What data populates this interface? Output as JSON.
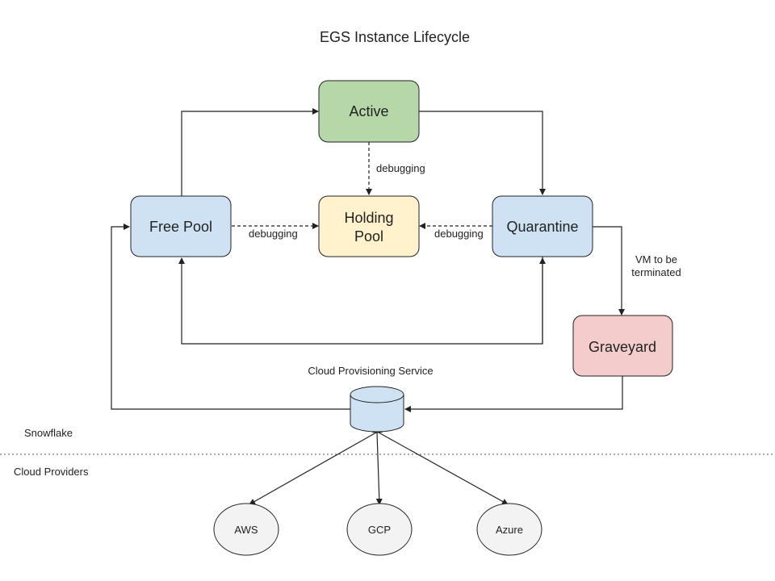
{
  "title": "EGS Instance Lifecycle",
  "nodes": {
    "active": {
      "label": "Active",
      "fill": "#b6d7a8"
    },
    "free_pool": {
      "label": "Free Pool",
      "fill": "#cfe2f3"
    },
    "holding_pool": {
      "label_line1": "Holding",
      "label_line2": "Pool",
      "fill": "#fff2cc"
    },
    "quarantine": {
      "label": "Quarantine",
      "fill": "#cfe2f3"
    },
    "graveyard": {
      "label": "Graveyard",
      "fill": "#f4cccc"
    }
  },
  "edge_labels": {
    "active_to_holding": "debugging",
    "free_to_holding": "debugging",
    "quarantine_to_holding": "debugging",
    "vm_line1": "VM to be",
    "vm_line2": "terminated"
  },
  "service": {
    "label": "Cloud Provisioning Service",
    "fill": "#cfe2f3"
  },
  "zones": {
    "upper": "Snowflake",
    "lower": "Cloud Providers"
  },
  "providers": {
    "aws": "AWS",
    "gcp": "GCP",
    "azure": "Azure",
    "fill": "#f3f3f3"
  }
}
